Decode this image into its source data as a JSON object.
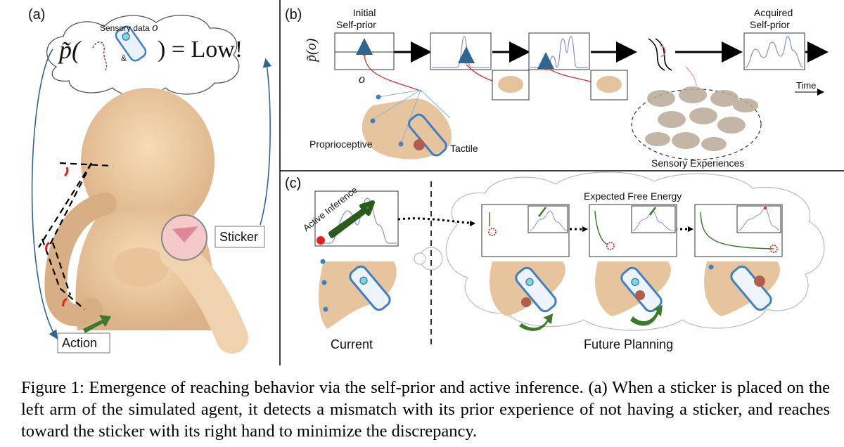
{
  "panel_a": {
    "label": "(a)",
    "thought_header": "Sensory data",
    "thought_var": "o",
    "formula_left": "p̃(",
    "formula_amp": "&",
    "formula_right": ") = Low!",
    "sticker_label": "Sticker",
    "action_label": "Action"
  },
  "panel_b": {
    "label": "(b)",
    "initial_title_1": "Initial",
    "initial_title_2": "Self-prior",
    "acquired_title_1": "Acquired",
    "acquired_title_2": "Self-prior",
    "y_label": "p̃(o)",
    "x_var": "o",
    "time_label": "Time",
    "proprioceptive_label": "Proprioceptive",
    "tactile_label": "Tactile",
    "sensory_exp_label": "Sensory Experiences"
  },
  "panel_c": {
    "label": "(c)",
    "active_inference_label": "Active Inference",
    "efe_label": "Expected Free Energy",
    "current_label": "Current",
    "future_label": "Future Planning"
  },
  "caption": {
    "text": "Figure 1: Emergence of reaching behavior via the self-prior and active inference. (a) When a sticker is placed on the left arm of the simulated agent, it detects a mismatch with its prior experience of not having a sticker, and reaches toward the sticker with its right hand to minimize the discrepancy."
  },
  "colors": {
    "skin": "#f0d2a8",
    "skin_shadow": "#d9b187",
    "curve": "#8a8fd6",
    "red": "#e02020",
    "green": "#3c7a2a",
    "blue": "#3f7fc4",
    "dark_arrow": "#1f4e6e"
  }
}
